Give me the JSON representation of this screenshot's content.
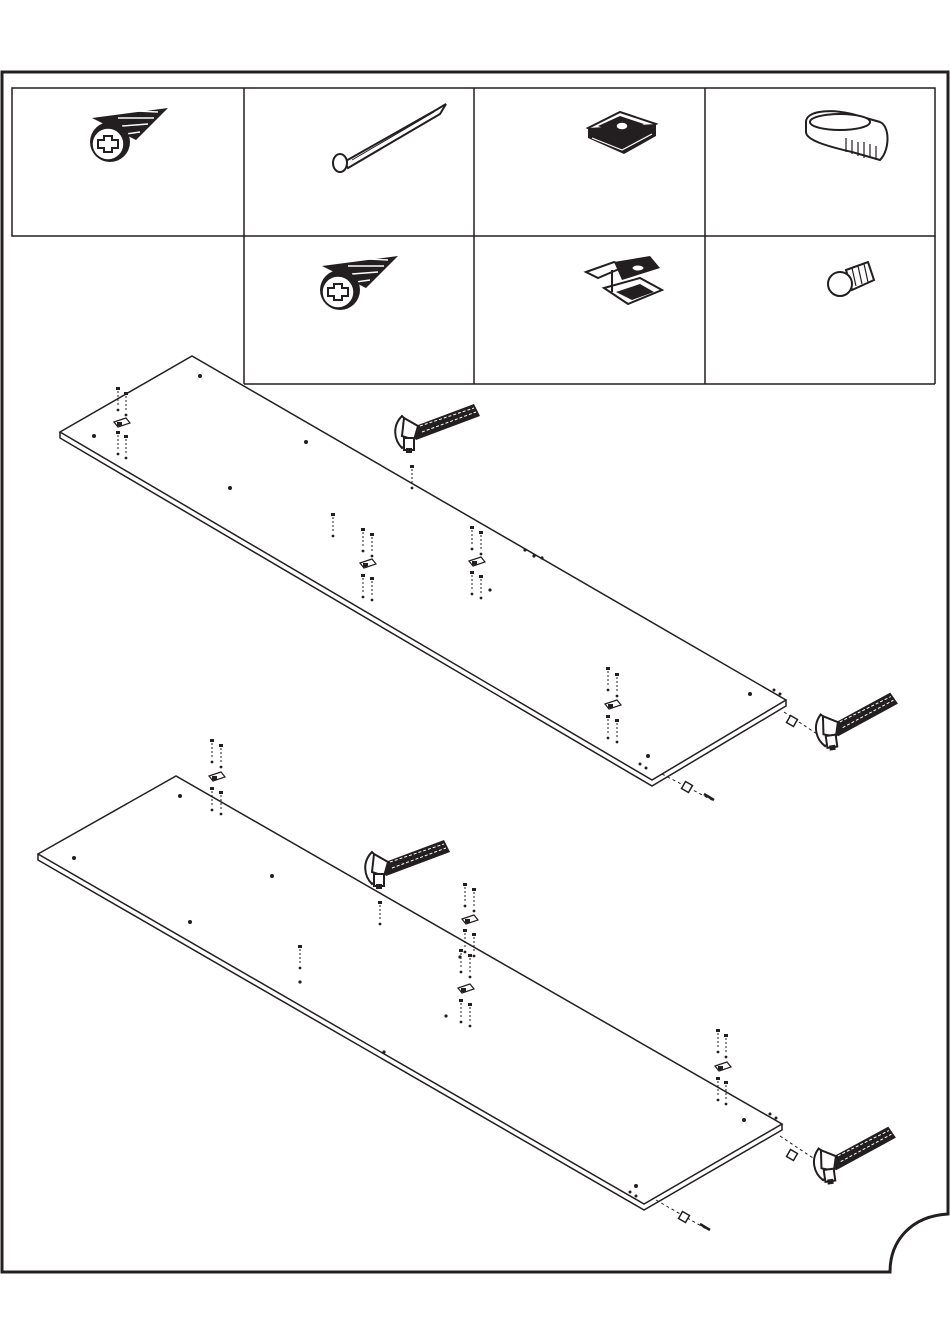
{
  "page": {
    "kind": "assembly-instruction-sheet",
    "line_color": "#231f20",
    "background": "#ffffff"
  },
  "parts_table": {
    "rows": [
      [
        {
          "icon": "countersunk-screw-icon"
        },
        {
          "icon": "nail-icon"
        },
        {
          "icon": "cam-bracket-icon"
        },
        {
          "icon": "oval-rod-support-icon"
        }
      ],
      [
        null,
        {
          "icon": "countersunk-screw-icon"
        },
        {
          "icon": "hinge-plate-icon"
        },
        {
          "icon": "knob-icon"
        }
      ]
    ]
  },
  "steps": [
    {
      "panel": "upper-panel",
      "tool": "hammer-icon"
    },
    {
      "panel": "lower-panel",
      "tool": "hammer-icon"
    }
  ]
}
